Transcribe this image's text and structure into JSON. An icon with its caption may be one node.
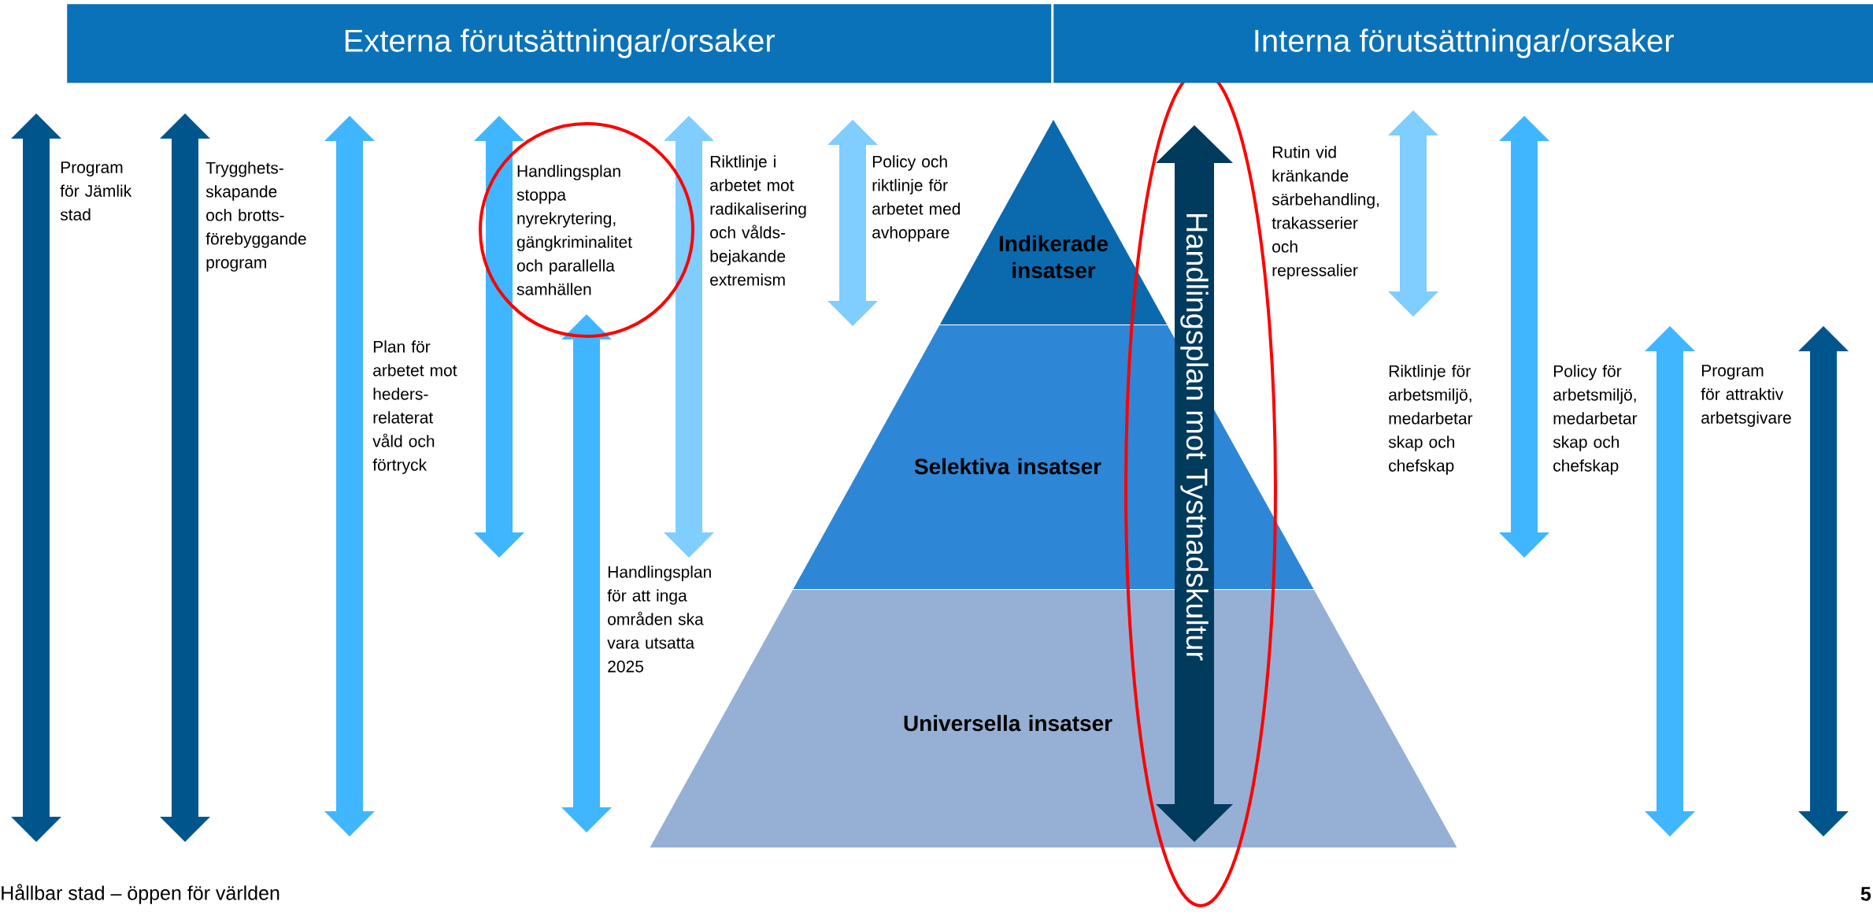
{
  "diagram": {
    "nodes": [
      {
        "text": [
          "Externa förutsättningar/orsaker"
        ]
      },
      {
        "text": [
          "Interna förutsättningar/orsaker"
        ]
      },
      {
        "text": [
          "Indikerade insatser"
        ]
      },
      {
        "text": [
          "Selektiva insatser"
        ]
      },
      {
        "text": [
          "Universella insatser"
        ]
      },
      {
        "text": [
          "Handlingsplan stoppa nyrekrytering, gängkriminalitet och parallella samhällen"
        ]
      }
    ],
    "labels": [
      "Program för Jämlik stad",
      "Trygghets- skapande och brotts- förebyggande program",
      "Riktlinje i arbetet mot radikalisering och vålds- bejakande extremism",
      "Policy och riktlinje för arbetet med avhoppare",
      "Rutin vid kränkande särbehandling, trakasserier och repressalier",
      "Plan för arbetet mot heders- relaterat våld och förtryck",
      "Riktlinje för arbetsmiljö, medarbetar skap och chefskap",
      "Policy för arbetsmiljö, medarbetar skap och chefskap",
      "Program för attraktiv arbetsgivare",
      "Handlingsplan för att inga områden ska vara utsatta 2025",
      "Handlingsplan mot Tystnadskultur",
      "Hållbar stad – öppen för världen",
      "5"
    ]
  }
}
